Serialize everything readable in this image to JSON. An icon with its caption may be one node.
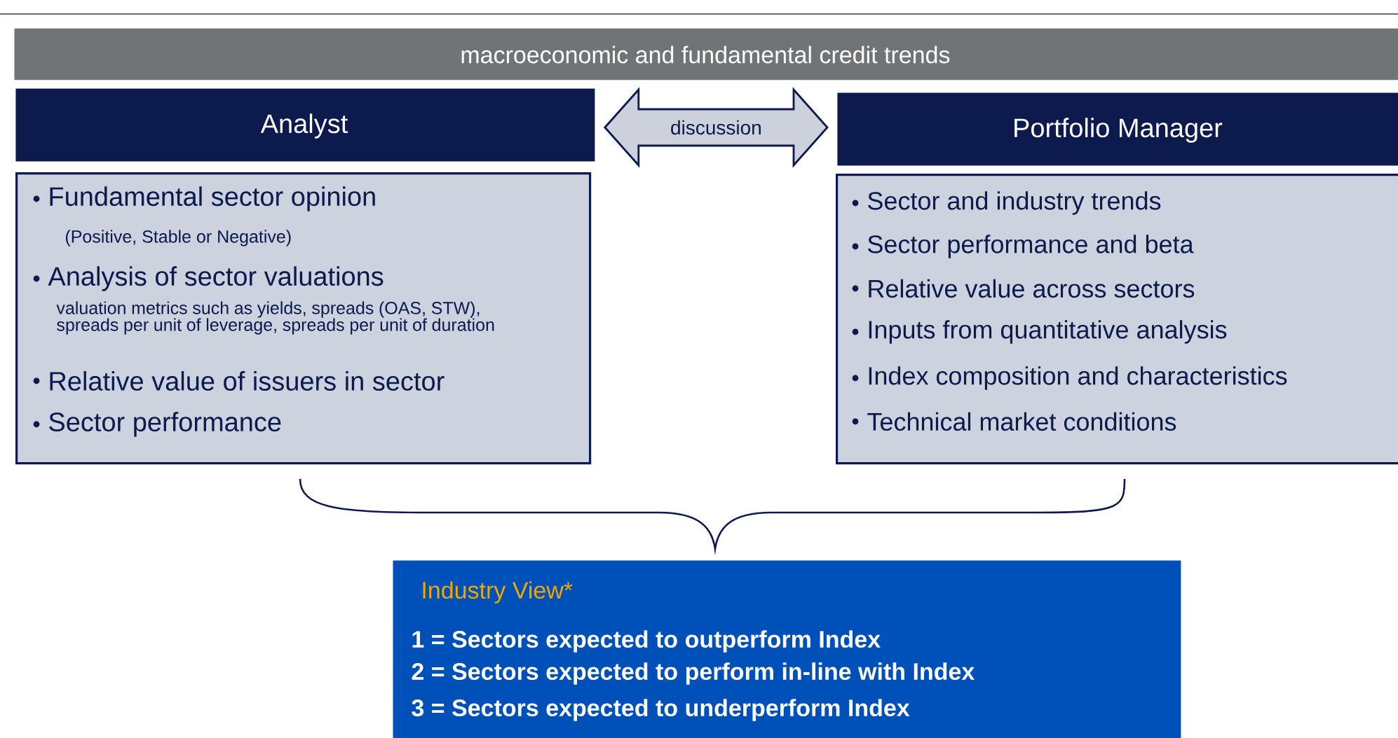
{
  "diagram": {
    "nodes": [
      {
        "text": [
          "macroeconomic and fundamental credit trends"
        ]
      },
      {
        "text": [
          "Analyst"
        ]
      },
      {
        "text": [
          "Portfolio Manager"
        ]
      },
      {
        "text": [
          "Fundamental sector opinion",
          "(Positive, Stable or Negative)",
          "Analysis of sector valuations",
          "valuation metrics such as yields, spreads (OAS, STW), spreads per unit of leverage, spreads per unit of duration",
          "Relative value of issuers in sector",
          "Sector performance"
        ]
      },
      {
        "text": [
          "Sector and industry trends",
          "Sector performance and beta",
          "Relative value across sectors",
          "Inputs from quantitative analysis",
          "Index composition and characteristics",
          "Technical market conditions"
        ]
      },
      {
        "text": [
          "Industry View*",
          "1 = Sectors expected to outperform Index",
          "2 = Sectors expected to perform in-line with Index",
          "3 = Sectors expected to underperform Index"
        ]
      }
    ],
    "edges": [
      {
        "from": 1,
        "to": 2,
        "arrow": "both",
        "label": "discussion"
      }
    ]
  }
}
